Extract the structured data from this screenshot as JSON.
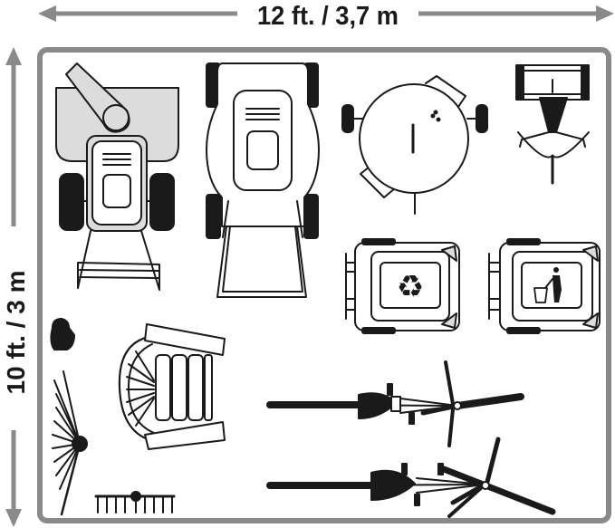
{
  "dimensions": {
    "width_label": "12 ft. / 3,7 m",
    "depth_label": "10 ft. / 3 m"
  },
  "items": [
    {
      "id": "snow-blower",
      "icon": "snow-blower-icon"
    },
    {
      "id": "lawn-mower",
      "icon": "lawn-mower-icon"
    },
    {
      "id": "grill",
      "icon": "kettle-grill-icon"
    },
    {
      "id": "wheelbarrow",
      "icon": "wheelbarrow-icon"
    },
    {
      "id": "recycle-bin",
      "icon": "recycle-icon"
    },
    {
      "id": "trash-bin",
      "icon": "trash-can-icon"
    },
    {
      "id": "adirondack-chair",
      "icon": "chair-icon"
    },
    {
      "id": "bicycle-1",
      "icon": "bicycle-icon"
    },
    {
      "id": "bicycle-2",
      "icon": "bicycle-icon"
    },
    {
      "id": "leaf-rake",
      "icon": "leaf-rake-icon"
    },
    {
      "id": "garden-rake",
      "icon": "garden-rake-icon"
    },
    {
      "id": "hose-nozzle",
      "icon": "nozzle-icon"
    }
  ],
  "colors": {
    "outline": "#1a1a1a",
    "frame": "#8a8a8a",
    "fill_light": "#dcdcdc",
    "fill_dark": "#1a1a1a"
  }
}
